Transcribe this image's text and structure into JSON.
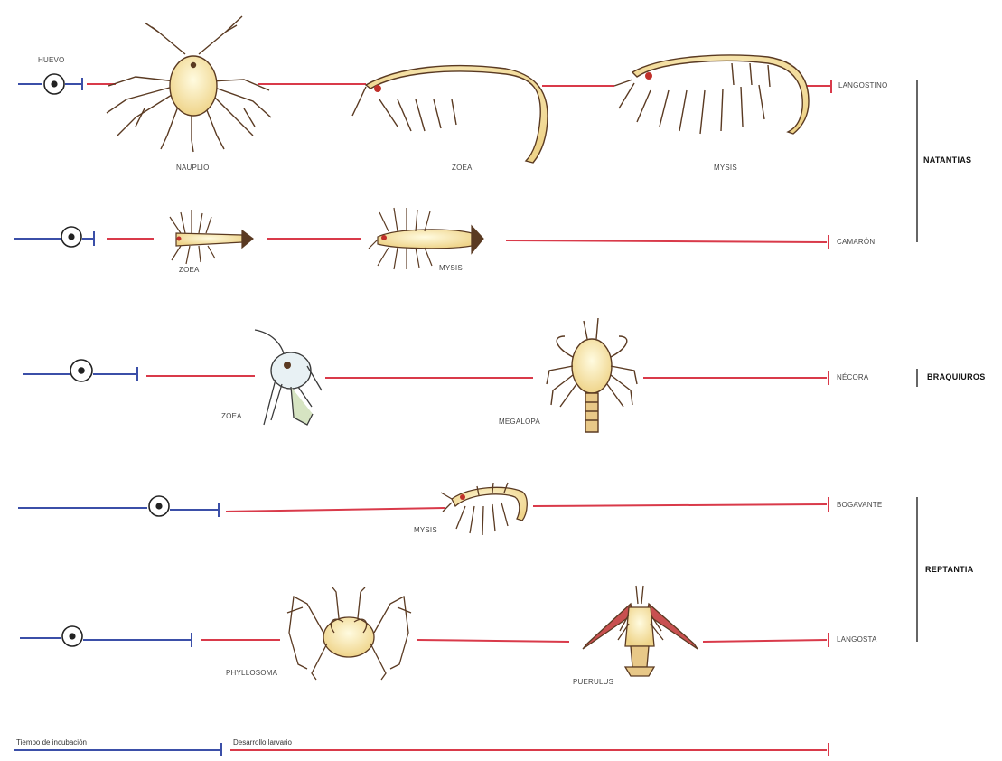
{
  "rows": {
    "langostino": {
      "egg_label": "HUEVO",
      "stages": [
        "NAUPLIO",
        "ZOEA",
        "MYSIS"
      ],
      "end": "LANGOSTINO"
    },
    "camaron": {
      "stages": [
        "ZOEA",
        "MYSIS"
      ],
      "end": "CAMARÓN"
    },
    "necora": {
      "stages": [
        "ZOEA",
        "MEGALOPA"
      ],
      "end": "NÉCORA"
    },
    "bogavante": {
      "stages": [
        "MYSIS"
      ],
      "end": "BOGAVANTE"
    },
    "langosta": {
      "stages": [
        "PHYLLOSOMA",
        "PUERULUS"
      ],
      "end": "LANGOSTA"
    }
  },
  "groups": {
    "natantia": "NATANTIAS",
    "braquiuros": "BRAQUIUROS",
    "reptantia": "REPTANTIA"
  },
  "legend": {
    "incubation": "Tiempo de incubación",
    "larval": "Desarrollo larvario"
  },
  "colors": {
    "incubation_line": "#3b4fa8",
    "larval_line": "#d93a4a",
    "organism_fill": "#f6e4a4",
    "organism_stroke": "#5a3a22",
    "eye": "#c0302a"
  }
}
